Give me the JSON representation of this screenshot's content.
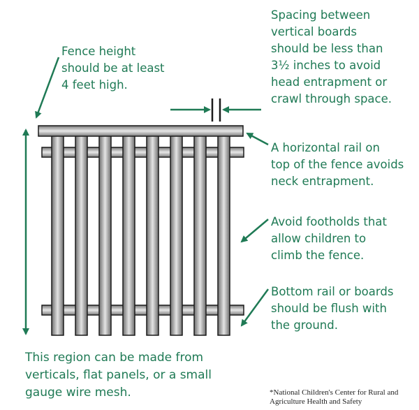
{
  "colors": {
    "annotation_green": "#1f7a55",
    "metal_dark": "#6e6e6e",
    "metal_light": "#e4e4e4",
    "outline": "#1a1a1a"
  },
  "notes": {
    "fence_height": [
      "Fence height",
      "should be at least",
      "4 feet high."
    ],
    "spacing": [
      "Spacing between",
      "vertical boards",
      "should be less than",
      "3½ inches to avoid",
      "head entrapment or",
      "crawl through space."
    ],
    "top_rail": [
      "A horizontal rail on",
      "top of the fence avoids",
      "neck entrapment."
    ],
    "footholds": [
      "Avoid footholds that",
      "allow children to",
      "climb the fence."
    ],
    "bottom_rail": [
      "Bottom rail or boards",
      "should be flush with",
      "the ground."
    ],
    "region": [
      "This region can be made from",
      "verticals, flat panels, or a small",
      "gauge wire mesh."
    ]
  },
  "credit": [
    "*National Children's Center for Rural and",
    "Agriculture Health and Safety"
  ]
}
